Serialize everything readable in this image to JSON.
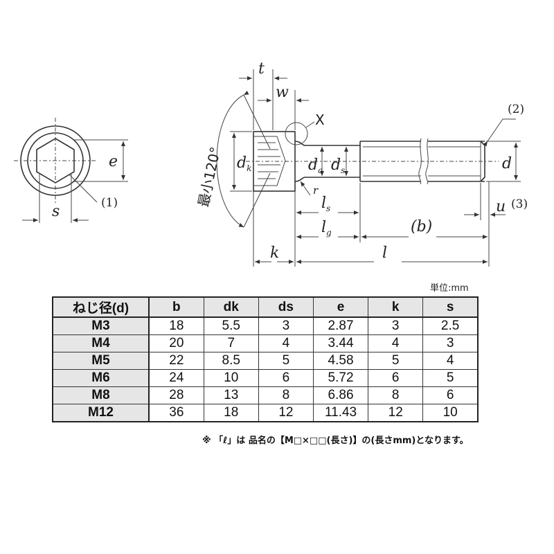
{
  "diagram": {
    "labels": {
      "t": "t",
      "w": "w",
      "x_mark": "X",
      "angle": "最小120°",
      "dk_main": "d",
      "dk_sub": "k",
      "da_main": "d",
      "da_sub": "a",
      "ds_main": "d",
      "ds_sub": "s",
      "r": "r",
      "ls_main": "l",
      "ls_sub": "s",
      "lg_main": "l",
      "lg_sub": "g",
      "b": "(b)",
      "l": "l",
      "k": "k",
      "d": "d",
      "u": "u",
      "e": "e",
      "s": "s",
      "note1": "(1)",
      "note2": "(2)",
      "note3": "(3)"
    }
  },
  "unit_label": "単位:mm",
  "table": {
    "headers": [
      "ねじ径(d)",
      "b",
      "dk",
      "ds",
      "e",
      "k",
      "s"
    ],
    "rows": [
      [
        "M3",
        "18",
        "5.5",
        "3",
        "2.87",
        "3",
        "2.5"
      ],
      [
        "M4",
        "20",
        "7",
        "4",
        "3.44",
        "4",
        "3"
      ],
      [
        "M5",
        "22",
        "8.5",
        "5",
        "4.58",
        "5",
        "4"
      ],
      [
        "M6",
        "24",
        "10",
        "6",
        "5.72",
        "6",
        "5"
      ],
      [
        "M8",
        "28",
        "13",
        "8",
        "6.86",
        "8",
        "6"
      ],
      [
        "M12",
        "36",
        "18",
        "12",
        "11.43",
        "12",
        "10"
      ]
    ]
  },
  "footnote": "※ 「ℓ」は 品名の【M□×□□(長さ)】の(長さmm)となります。"
}
